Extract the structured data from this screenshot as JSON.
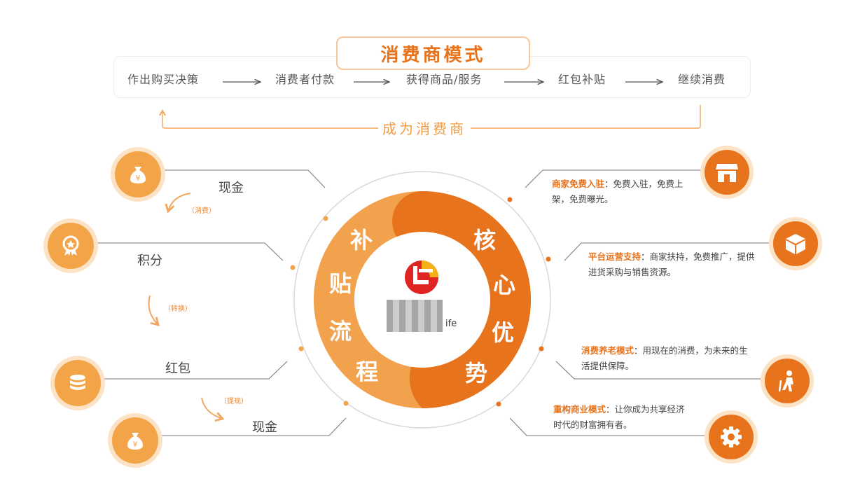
{
  "model": {
    "title": "消费商模式",
    "steps": [
      "作出购买决策",
      "消费者付款",
      "获得商品/服务",
      "红包补贴",
      "继续消费"
    ],
    "loop_label": "成为消费商"
  },
  "subsidy_flow": {
    "items": [
      {
        "label": "现金",
        "icon": "money-bag-icon"
      },
      {
        "label": "积分",
        "icon": "medal-icon"
      },
      {
        "label": "红包",
        "icon": "coin-stack-icon"
      },
      {
        "label": "现金",
        "icon": "money-bag-icon"
      }
    ],
    "transitions": [
      "（消费）",
      "（转换）",
      "（提现）"
    ],
    "ring_chars": [
      "补",
      "贴",
      "流",
      "程"
    ]
  },
  "advantages": {
    "ring_chars": [
      "核",
      "心",
      "优",
      "势"
    ],
    "items": [
      {
        "title": "商家免费入驻",
        "text": "：免费入驻，免费上架，免费曝光。",
        "icon": "storefront-icon"
      },
      {
        "title": "平台运营支持",
        "text": "：商家扶持，免费推广，提供进货采购与销售资源。",
        "icon": "box-icon"
      },
      {
        "title": "消费养老模式",
        "text": "：用现在的消费，为未来的生活提供保障。",
        "icon": "elder-person-icon"
      },
      {
        "title": "重构商业模式",
        "text": "：让你成为共享经济时代的财富拥有者。",
        "icon": "gear-icon"
      }
    ]
  },
  "center": {
    "logo_caption": "ife",
    "logo_icon": "brand-logo-icon"
  },
  "colors": {
    "orange": "#e8731d",
    "light_orange": "#f3a448",
    "pale": "#fde3c6"
  }
}
